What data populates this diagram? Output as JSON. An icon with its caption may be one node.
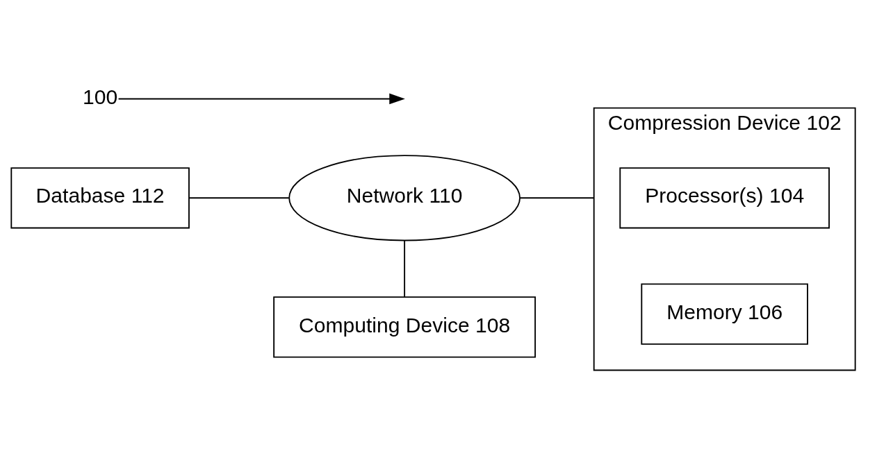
{
  "diagram": {
    "nodes": [
      {
        "text": [
          "Compression Device 102"
        ]
      },
      {
        "text": [
          "Processor(s) 104"
        ],
        "in": 0
      },
      {
        "text": [
          "Memory 106"
        ],
        "in": 0
      },
      {
        "text": [
          "Database 112"
        ]
      },
      {
        "text": [
          "Network 110"
        ]
      },
      {
        "text": [
          "Computing Device 108"
        ]
      },
      {
        "text": [
          "100"
        ]
      }
    ],
    "edges": [
      {
        "from": 3,
        "to": 4,
        "arrow": "none"
      },
      {
        "from": 4,
        "to": 0,
        "arrow": "none"
      },
      {
        "from": 4,
        "to": 5,
        "arrow": "none"
      },
      {
        "from": 6,
        "to": null,
        "arrow": "to"
      }
    ]
  }
}
